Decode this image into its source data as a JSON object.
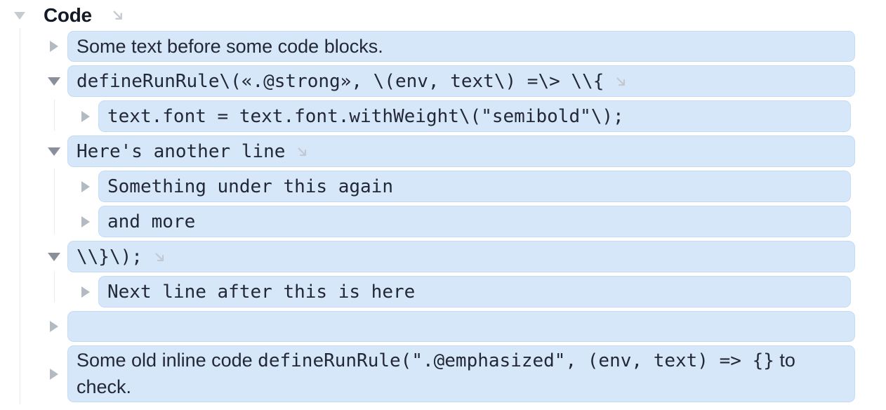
{
  "heading": {
    "label": "Code",
    "disclosure": "expanded",
    "focus_arrow": true
  },
  "colors": {
    "selection_fill": "#d6e7fa",
    "selection_border": "#c5dbf4",
    "text": "#232836",
    "heading_text": "#141926",
    "triangle_collapsed": "#b4bac3",
    "triangle_expanded": "#8a909b",
    "triangle_heading": "#c6cad1",
    "focus_arrow": "#c4c9d1",
    "indent_guide": "#e9ebee"
  },
  "icons": {
    "focus_arrow": "diagonal-down-right-arrow",
    "disclosure_collapsed": "right-pointing-triangle",
    "disclosure_expanded": "down-pointing-triangle"
  },
  "rows": [
    {
      "indent": 1,
      "disclosure": "collapsed",
      "focus_arrow": false,
      "wrap": false,
      "spans": [
        {
          "style": "plain",
          "text": "Some text before some code blocks."
        }
      ]
    },
    {
      "indent": 1,
      "disclosure": "expanded",
      "focus_arrow": true,
      "wrap": false,
      "spans": [
        {
          "style": "code",
          "text": "defineRunRule\\(«.@strong», \\(env, text\\) =\\> \\\\{"
        }
      ]
    },
    {
      "indent": 2,
      "disclosure": "collapsed",
      "focus_arrow": false,
      "wrap": false,
      "spans": [
        {
          "style": "code",
          "text": "text.font = text.font.withWeight\\(\"semibold\"\\);"
        }
      ]
    },
    {
      "indent": 1,
      "disclosure": "expanded",
      "focus_arrow": true,
      "wrap": false,
      "spans": [
        {
          "style": "code",
          "text": "Here's another line"
        }
      ]
    },
    {
      "indent": 2,
      "disclosure": "collapsed",
      "focus_arrow": false,
      "wrap": false,
      "spans": [
        {
          "style": "code",
          "text": "Something under this again"
        }
      ]
    },
    {
      "indent": 2,
      "disclosure": "collapsed",
      "focus_arrow": false,
      "wrap": false,
      "spans": [
        {
          "style": "code",
          "text": "and more"
        }
      ]
    },
    {
      "indent": 1,
      "disclosure": "expanded",
      "focus_arrow": true,
      "wrap": false,
      "spans": [
        {
          "style": "code",
          "text": "\\\\}\\);"
        }
      ]
    },
    {
      "indent": 2,
      "disclosure": "collapsed",
      "focus_arrow": false,
      "wrap": false,
      "spans": [
        {
          "style": "code",
          "text": "Next line after this is here"
        }
      ]
    },
    {
      "indent": 1,
      "disclosure": "collapsed",
      "focus_arrow": false,
      "wrap": false,
      "spans": []
    },
    {
      "indent": 1,
      "disclosure": "collapsed",
      "focus_arrow": false,
      "wrap": true,
      "spans": [
        {
          "style": "plain",
          "text": "Some old inline code "
        },
        {
          "style": "code",
          "text": "defineRunRule(\".@emphasized\", (env, text) => {}"
        },
        {
          "style": "plain",
          "text": " to check."
        }
      ]
    }
  ]
}
